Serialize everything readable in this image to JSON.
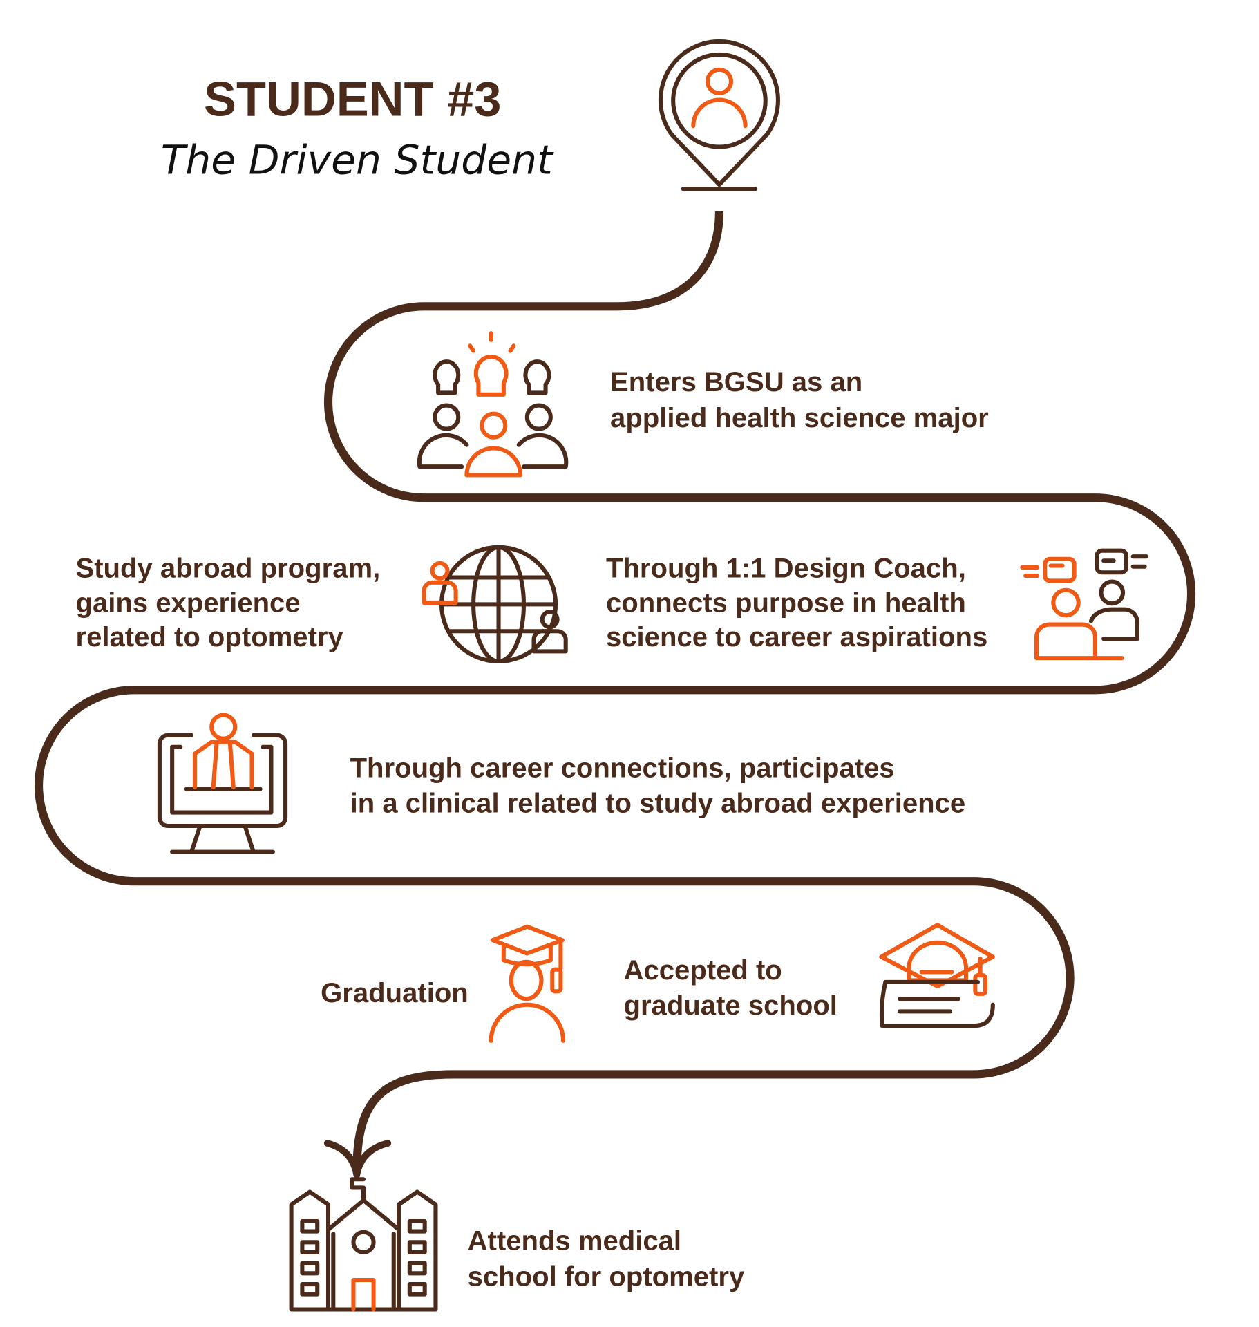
{
  "header": {
    "title": "STUDENT #3",
    "subtitle": "The Driven Student"
  },
  "steps": [
    {
      "lines": [
        "Enters BGSU as an",
        "applied health science major"
      ],
      "icon": "group-ideas-icon"
    },
    {
      "lines": [
        "Study abroad program,",
        "gains experience",
        "related to optometry"
      ],
      "icon": "globe-people-icon"
    },
    {
      "lines": [
        "Through 1:1 Design Coach,",
        "connects purpose in health",
        "science to career aspirations"
      ],
      "icon": "coaching-conversation-icon"
    },
    {
      "lines": [
        "Through career connections, participates",
        "in a clinical related to study abroad experience"
      ],
      "icon": "monitor-person-icon"
    },
    {
      "lines": [
        "Graduation"
      ],
      "icon": "graduate-icon"
    },
    {
      "lines": [
        "Accepted to",
        "graduate school"
      ],
      "icon": "cap-book-icon"
    },
    {
      "lines": [
        "Attends medical",
        "school for optometry"
      ],
      "icon": "school-building-icon"
    }
  ],
  "colors": {
    "brown": "#4a2a1a",
    "orange": "#f05a14"
  }
}
